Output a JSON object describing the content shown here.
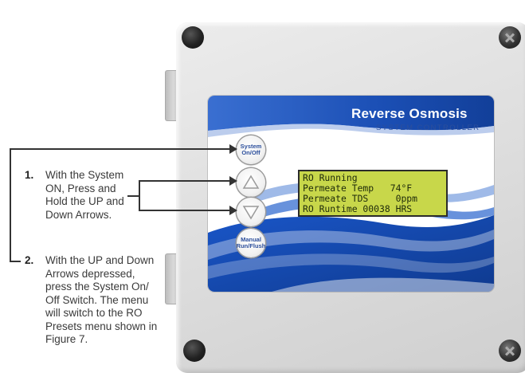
{
  "instructions": {
    "step1": {
      "number": "1.",
      "text": "With the System\nON, Press and\nHold the UP and\nDown Arrows."
    },
    "step2": {
      "number": "2.",
      "text": "With the UP and Down\nArrows depressed,\npress the System On/\nOff Switch. The menu\nwill switch to the RO\nPresets menu shown in\nFigure 7."
    }
  },
  "panel": {
    "title": "Reverse Osmosis",
    "subtitle": "SYSTEM CONTROLLER",
    "colors": {
      "brand_blue": "#2c4f9c",
      "wave_blue": "#1f56c2",
      "lcd_green": "#c8d74a"
    }
  },
  "buttons": {
    "system_on_off": "System\nOn/Off",
    "up_icon": "up-arrow-icon",
    "down_icon": "down-arrow-icon",
    "manual_run_flush": "Manual\nRun/Flush"
  },
  "lcd": {
    "lines": [
      "RO Running",
      "Permeate Temp   74°F",
      "Permeate TDS     0ppm",
      "RO Runtime 00038 HRS"
    ]
  }
}
